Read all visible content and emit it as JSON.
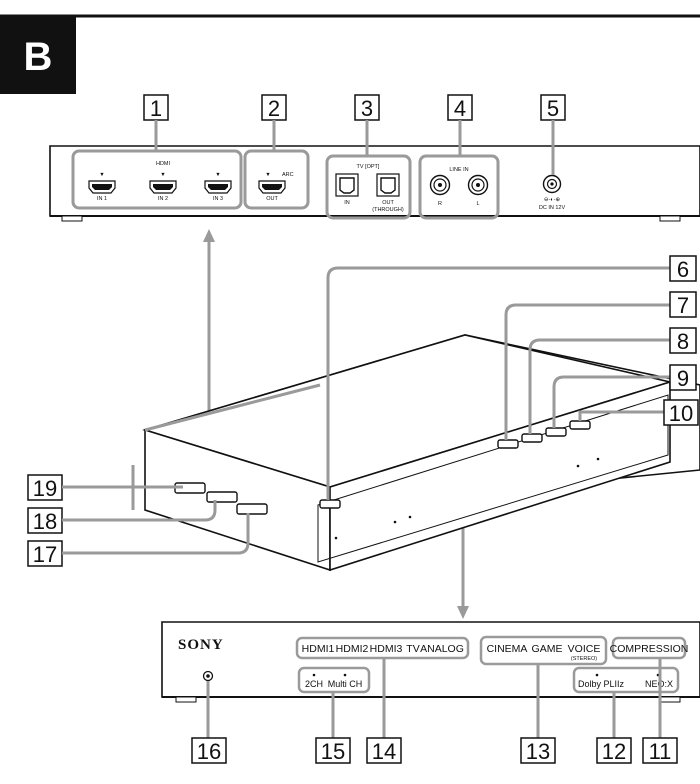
{
  "section": "B",
  "callouts": [
    "1",
    "2",
    "3",
    "4",
    "5",
    "6",
    "7",
    "8",
    "9",
    "10",
    "11",
    "12",
    "13",
    "14",
    "15",
    "16",
    "17",
    "18",
    "19"
  ],
  "rear_panel": {
    "hdmi_group_label": "HDMI",
    "hdmi_inputs": [
      "IN 1",
      "IN 2",
      "IN 3"
    ],
    "hdmi_out_label": "OUT",
    "arc_label": "ARC",
    "tv_opt_label": "TV [OPT]",
    "opt_in_label": "IN",
    "opt_out_label": "OUT",
    "opt_out_sub": "(THROUGH)",
    "line_in_label": "LINE IN",
    "line_r": "R",
    "line_l": "L",
    "dc_in_label": "DC IN 12V"
  },
  "front_panel": {
    "brand": "SONY",
    "inputs": [
      "HDMI1",
      "HDMI2",
      "HDMI3",
      "TV",
      "ANALOG"
    ],
    "channels": [
      "2CH",
      "Multi CH"
    ],
    "modes": [
      "CINEMA",
      "GAME",
      "VOICE"
    ],
    "voice_sub": "(STEREO)",
    "decoders": [
      "Dolby PLIIz",
      "NEO:X"
    ],
    "compression": "COMPRESSION"
  }
}
